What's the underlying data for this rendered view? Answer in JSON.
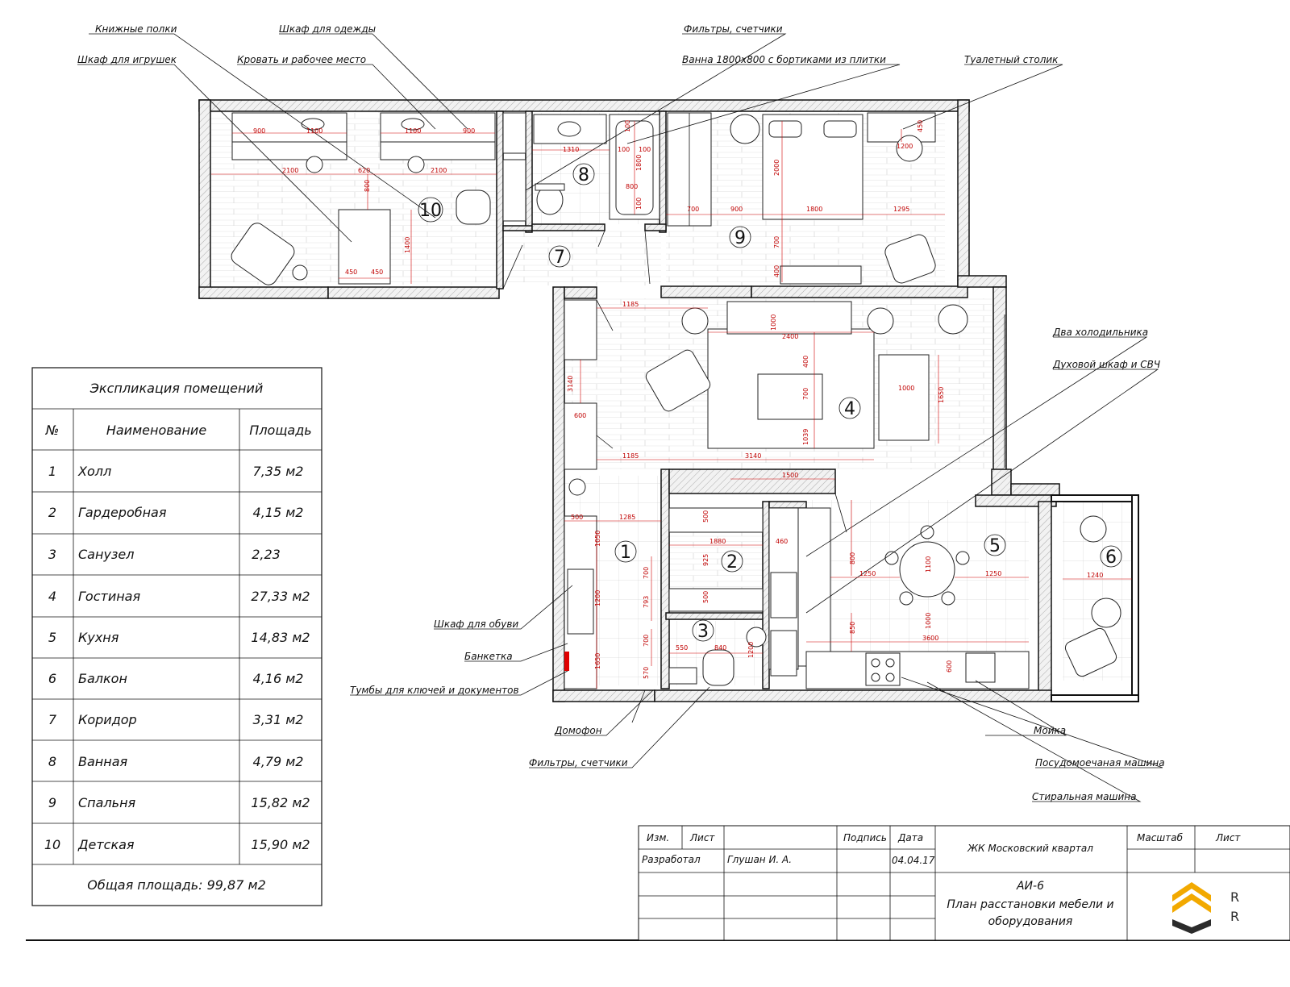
{
  "callouts": {
    "bookshelves": "Книжные полки",
    "toy_cabinet": "Шкаф для игрушек",
    "wardrobe": "Шкаф для одежды",
    "bed_workplace": "Кровать и рабочее место",
    "filters_top": "Фильтры, счетчики",
    "bathtub": "Ванна 1800х800 с бортиками из плитки",
    "vanity": "Туалетный столик",
    "two_fridges": "Два холодильника",
    "oven": "Духовой шкаф и СВЧ",
    "shoe_cabinet": "Шкаф для обуви",
    "bench": "Банкетка",
    "key_cabinets": "Тумбы для ключей и документов",
    "intercom": "Домофон",
    "filters_bottom": "Фильтры, счетчики",
    "sink": "Мойка",
    "dishwasher": "Посудомоечаная машина",
    "washer": "Стиральная машина"
  },
  "rooms": [
    "1",
    "2",
    "3",
    "4",
    "5",
    "6",
    "7",
    "8",
    "9",
    "10"
  ],
  "dims": {
    "d900a": "900",
    "d1100a": "1100",
    "d1100b": "1100",
    "d900b": "900",
    "d2100a": "2100",
    "d620": "620",
    "d2100b": "2100",
    "d800a": "800",
    "d1400": "1400",
    "d450a": "450",
    "d450b": "450",
    "d1310": "1310",
    "d100a": "100",
    "d100b": "100",
    "d100c": "100",
    "d1800v": "1800",
    "d800b": "800",
    "d100d": "100",
    "d700a": "700",
    "d900c": "900",
    "d1800": "1800",
    "d1295": "1295",
    "d2000": "2000",
    "d1200a": "1200",
    "d450c": "450",
    "d700b": "700",
    "d400a": "400",
    "d1185a": "1185",
    "d1000a": "1000",
    "d2400": "2400",
    "d400b": "400",
    "d700c": "700",
    "d1000b": "1000",
    "d1650a": "1650",
    "d1039": "1039",
    "d3140a": "3140",
    "d600a": "600",
    "d1185b": "1185",
    "d3140b": "3140",
    "d1500": "1500",
    "d500a": "500",
    "d1285": "1285",
    "d500b": "500",
    "d1880": "1880",
    "d460": "460",
    "d925": "925",
    "d500c": "500",
    "d1050": "1050",
    "d1200b": "1200",
    "d700d": "700",
    "d793": "793",
    "d1650b": "1650",
    "d700e": "700",
    "d570": "570",
    "d550": "550",
    "d840": "840",
    "d1200c": "1200",
    "d800c": "800",
    "d850": "850",
    "d1250a": "1250",
    "d1100c": "1100",
    "d1250b": "1250",
    "d1000c": "1000",
    "d3600": "3600",
    "d600b": "600",
    "d1240": "1240"
  },
  "table": {
    "title": "Экспликация помещений",
    "headers": [
      "№",
      "Наименование",
      "Площадь"
    ],
    "rows": [
      {
        "no": "1",
        "name": "Холл",
        "area": "7,35 м2"
      },
      {
        "no": "2",
        "name": "Гардеробная",
        "area": "4,15 м2"
      },
      {
        "no": "3",
        "name": "Санузел",
        "area": "2,23"
      },
      {
        "no": "4",
        "name": "Гостиная",
        "area": "27,33 м2"
      },
      {
        "no": "5",
        "name": "Кухня",
        "area": "14,83 м2"
      },
      {
        "no": "6",
        "name": "Балкон",
        "area": "4,16 м2"
      },
      {
        "no": "7",
        "name": "Коридор",
        "area": "3,31 м2"
      },
      {
        "no": "8",
        "name": "Ванная",
        "area": "4,79 м2"
      },
      {
        "no": "9",
        "name": "Спальня",
        "area": "15,82 м2"
      },
      {
        "no": "10",
        "name": "Детская",
        "area": "15,90 м2"
      }
    ],
    "total": "Общая площадь: 99,87 м2"
  },
  "stamp": {
    "izm": "Изм.",
    "list": "Лист",
    "podpis": "Подпись",
    "data": "Дата",
    "project": "ЖК Московский квартал",
    "masshtab": "Масштаб",
    "list2": "Лист",
    "razrabotal": "Разработал",
    "author": "Глушан И. А.",
    "date": "04.04.17",
    "code": "АИ-6",
    "title_line1": "План расстановки мебели и",
    "title_line2": "оборудования",
    "logo_letter1": "R",
    "logo_letter2": "R"
  },
  "colors": {
    "dimension": "#d00000",
    "logo_orange": "#f2a900",
    "logo_dark": "#2b2b2b",
    "accent_red": "#e00000"
  }
}
